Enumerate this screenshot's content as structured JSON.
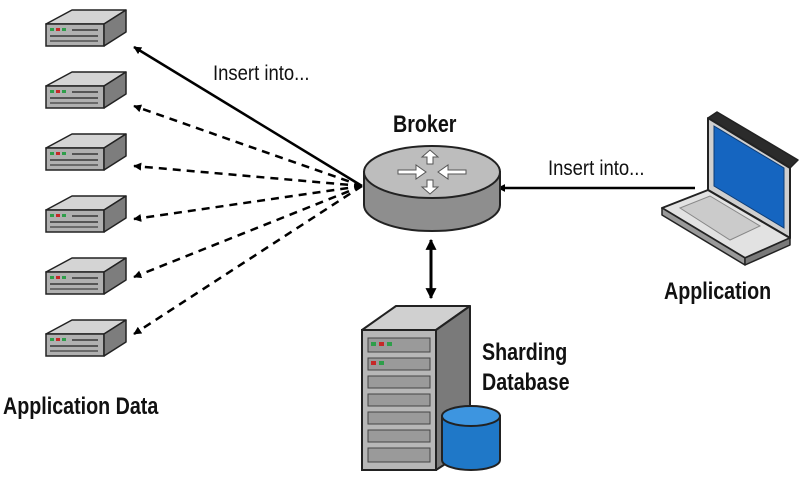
{
  "labels": {
    "insert_top": "Insert into...",
    "insert_right": "Insert into...",
    "broker": "Broker",
    "application": "Application",
    "sharding_line1": "Sharding",
    "sharding_line2": "Database",
    "application_data": "Application Data"
  },
  "icons": {
    "servers": [
      "server-icon",
      "server-icon",
      "server-icon",
      "server-icon",
      "server-icon",
      "server-icon"
    ],
    "broker": "router-icon",
    "laptop": "laptop-icon",
    "tower": "server-tower-icon",
    "database": "database-cylinder-icon"
  },
  "colors": {
    "server_body": "#a8a8a8",
    "router_body": "#a9a9a9",
    "laptop_screen": "#1565c0",
    "database": "#1f78c8",
    "line": "#000000"
  }
}
